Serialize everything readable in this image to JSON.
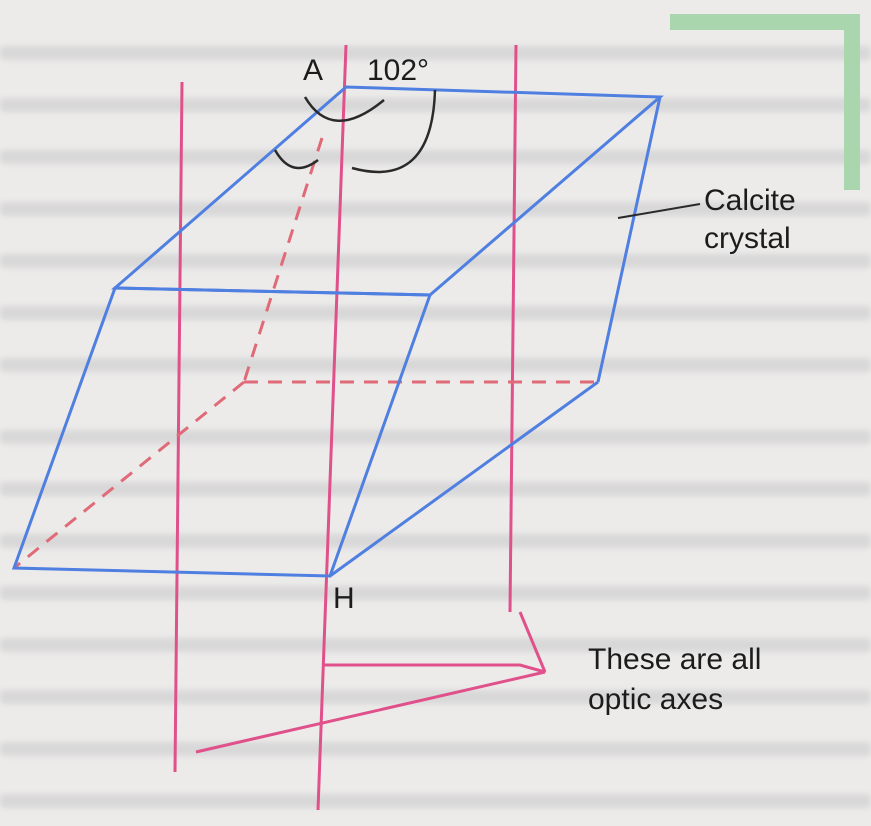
{
  "figure": {
    "vertex_top_label": "A",
    "vertex_bottom_label": "H",
    "angle_label": "102°",
    "crystal_label": {
      "line1": "Calcite",
      "line2": "crystal"
    },
    "axes_label": {
      "line1": "These are all",
      "line2": "optic axes"
    }
  },
  "colors": {
    "crystal_edges": "#4f7fe0",
    "optic_axes": "#e0508a",
    "hidden_edges": "#e06a78",
    "angle_arcs": "#2a2a2a",
    "paper": "#ecebea",
    "corner_bracket": "#a9d6ac"
  }
}
